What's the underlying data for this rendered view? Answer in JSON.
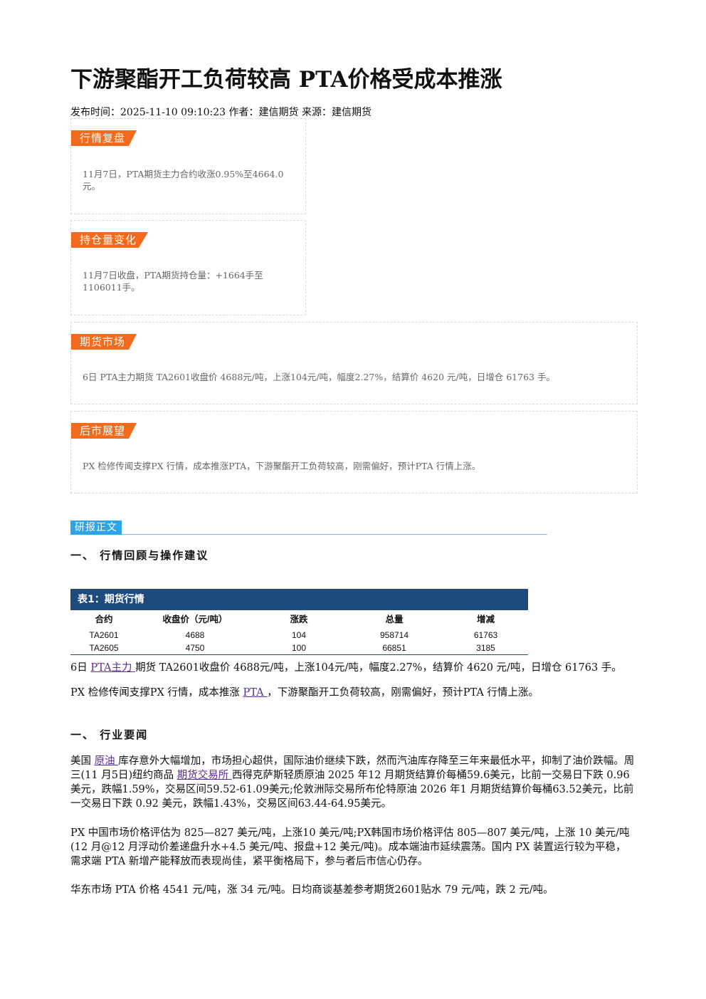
{
  "article": {
    "title": "下游聚酯开工负荷较高 PTA价格受成本推涨",
    "meta": "发布时间：2025-11-10 09:10:23 作者：建信期货 来源：建信期货"
  },
  "cards": [
    {
      "tag": "行情复盘",
      "text": "11月7日，PTA期货主力合约收涨0.95%至4664.0元。"
    },
    {
      "tag": "持仓量变化",
      "text": "11月7日收盘，PTA期货持仓量：+1664手至1106011手。"
    },
    {
      "tag": "期货市场",
      "text": "6日 PTA主力期货 TA2601收盘价 4688元/吨，上涨104元/吨，幅度2.27%，结算价 4620 元/吨，日增仓 61763 手。"
    },
    {
      "tag": "后市展望",
      "text": "PX 检修传闻支撑PX 行情，成本推涨PTA，下游聚酯开工负荷较高，刚需偏好，预计PTA 行情上涨。"
    }
  ],
  "report": {
    "section_tag": "研报正文",
    "heading1": "一、 行情回顾与操作建议",
    "table": {
      "title": "表1：期货行情",
      "headers": [
        "合约",
        "收盘价（元/吨）",
        "涨跌",
        "总量",
        "增减"
      ],
      "rows": [
        [
          "TA2601",
          "4688",
          "104",
          "958714",
          "61763"
        ],
        [
          "TA2605",
          "4750",
          "100",
          "66851",
          "3185"
        ]
      ]
    },
    "p1": {
      "a": "6日 ",
      "link": "PTA主力 ",
      "b": "期货 TA2601收盘价 4688元/吨，上涨104元/吨，幅度2.27%，结算价 4620 元/吨，日增仓 61763 手。"
    },
    "p2": {
      "a": "PX 检修传闻支撑PX 行情，成本推涨 ",
      "link": "PTA ",
      "b": "，下游聚酯开工负荷较高，刚需偏好，预计PTA 行情上涨。"
    },
    "heading2": "一、 行业要闻",
    "p3": {
      "a": "美国 ",
      "link1": "原油 ",
      "b": "库存意外大幅增加，市场担心超供，国际油价继续下跌，然而汽油库存降至三年来最低水平，抑制了油价跌幅。周三(11 月5日)纽约商品 ",
      "link2": "期货交易所 ",
      "c": "西得克萨斯轻质原油 2025 年12 月期货结算价每桶59.6美元，比前一交易日下跌 0.96 美元，跌幅1.59%，交易区间59.52-61.09美元;伦敦洲际交易所布伦特原油 2026 年1 月期货结算价每桶63.52美元，比前一交易日下跌 0.92 美元，跌幅1.43%，交易区间63.44-64.95美元。"
    },
    "p4": "PX 中国市场价格评估为 825—827 美元/吨，上涨10 美元/吨;PX韩国市场价格评估 805—807 美元/吨，上涨 10 美元/吨(12 月@12 月浮动价差递盘升水+4.5 美元/吨、报盘+12 美元/吨)。成本端油市延续震荡。国内 PX 装置运行较为平稳，需求端 PTA 新增产能释放而表现尚佳，紧平衡格局下，参与者后市信心仍存。",
    "p5": "华东市场 PTA 价格 4541 元/吨，涨 34 元/吨。日均商谈基差参考期货2601贴水 79 元/吨，跌 2 元/吨。"
  }
}
